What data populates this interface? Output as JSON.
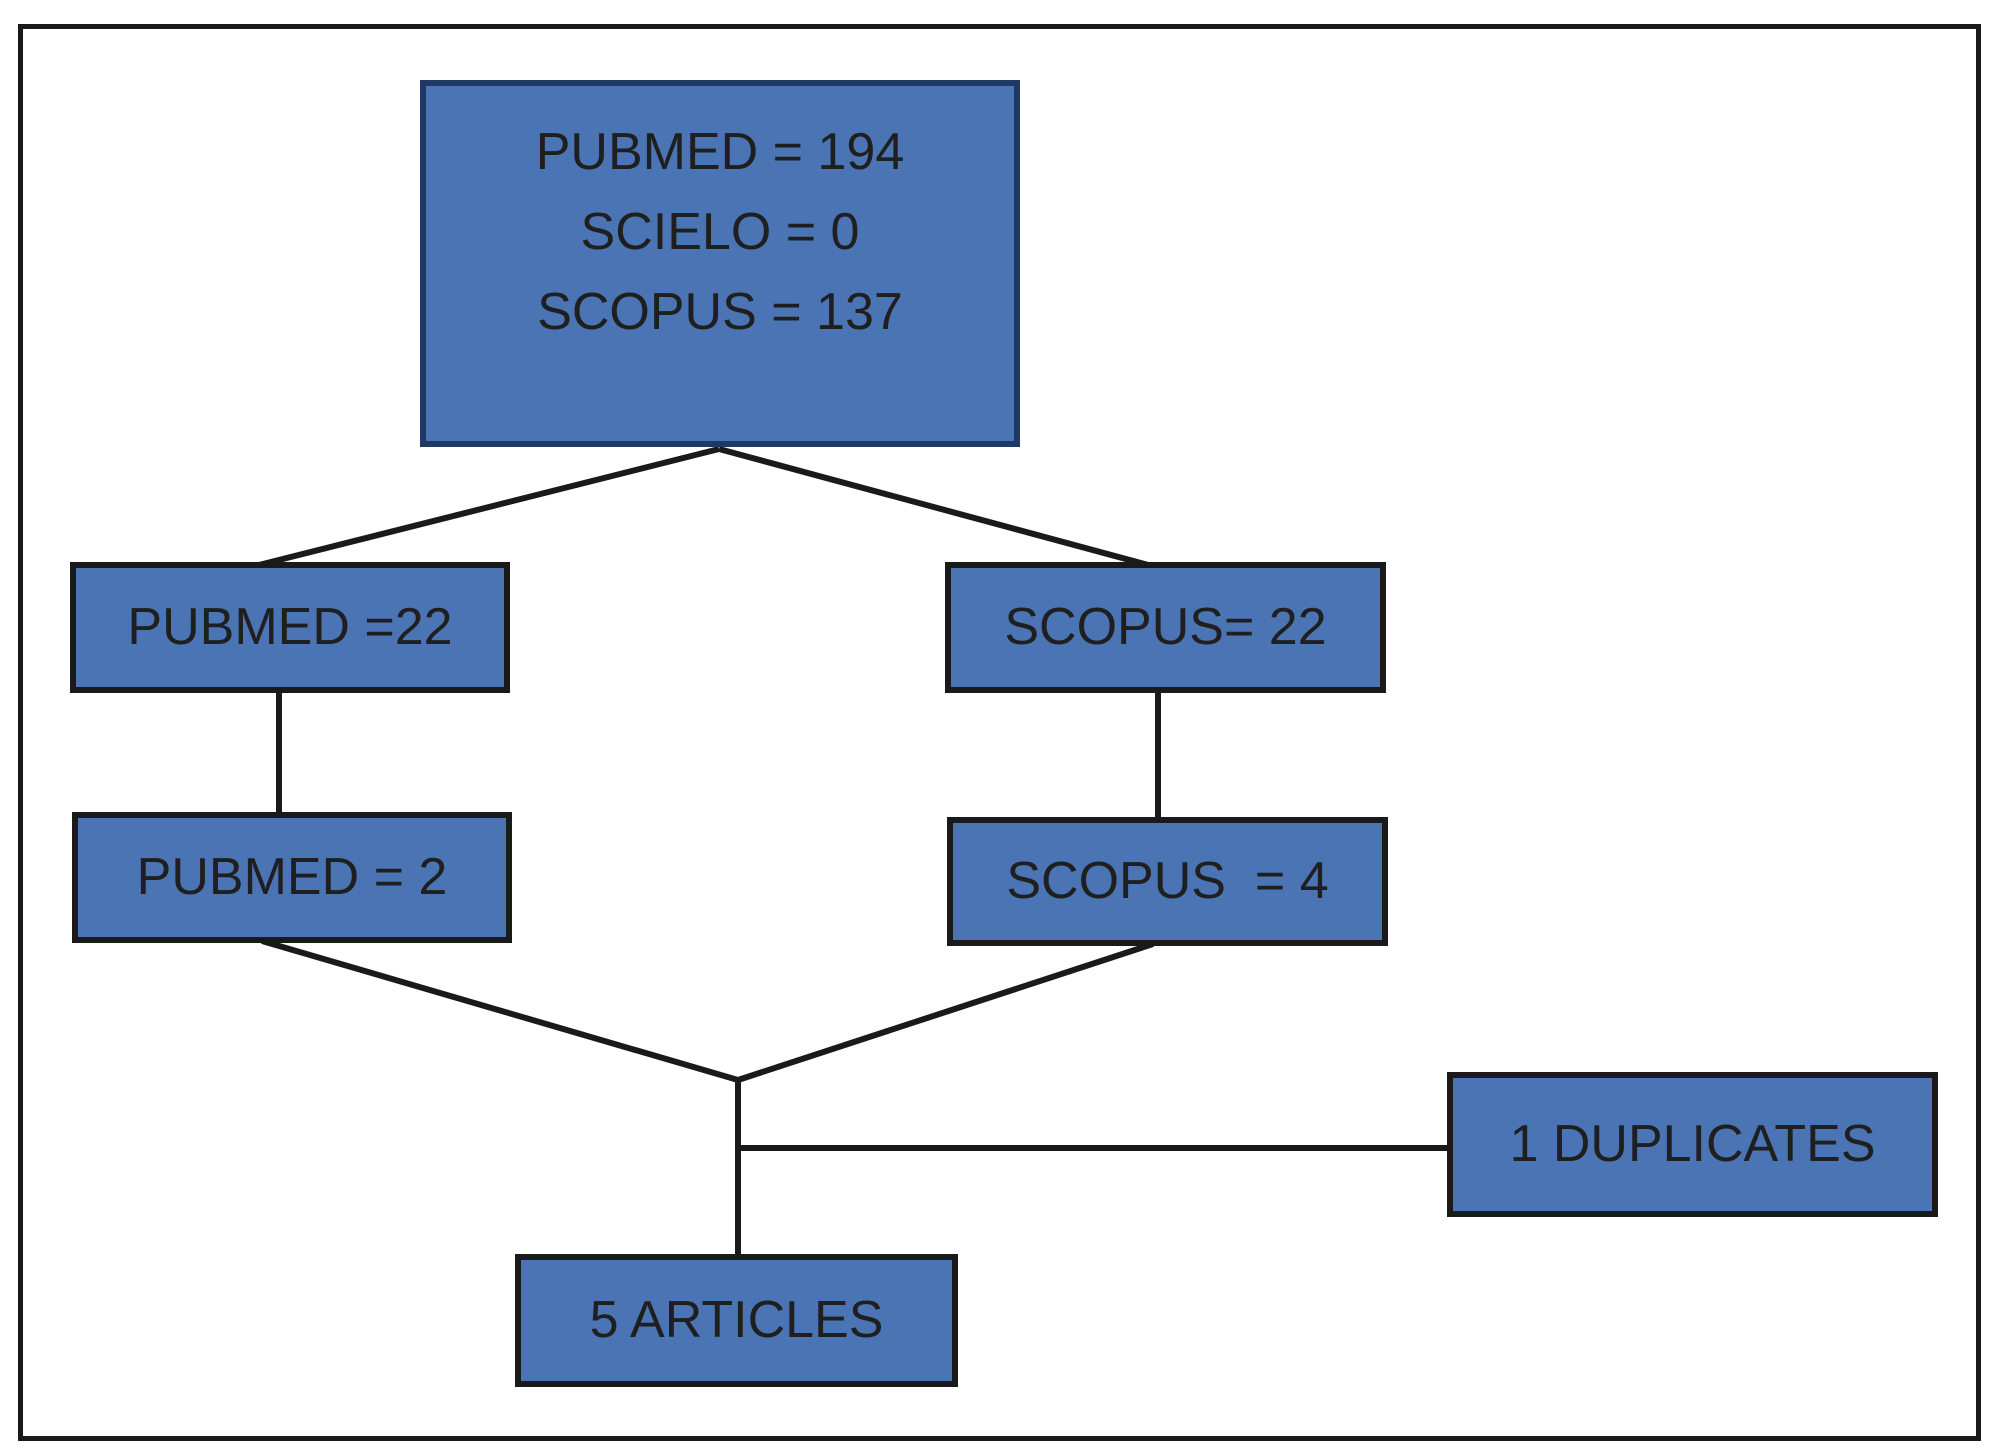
{
  "diagram": {
    "type": "flowchart",
    "description": "Article selection flow diagram (database search results funneling to included articles)",
    "nodes": {
      "sources": {
        "lines": [
          "PUBMED = 194",
          "SCIELO = 0",
          "SCOPUS = 137"
        ]
      },
      "pubmed_screened": {
        "label": "PUBMED =22"
      },
      "scopus_screened": {
        "label": "SCOPUS= 22"
      },
      "pubmed_selected": {
        "label": "PUBMED = 2"
      },
      "scopus_selected": {
        "label": "SCOPUS  = 4"
      },
      "duplicates": {
        "label": "1 DUPLICATES"
      },
      "articles": {
        "label": "5 ARTICLES"
      }
    },
    "edges": [
      {
        "from": "sources",
        "to": "pubmed_screened"
      },
      {
        "from": "sources",
        "to": "scopus_screened"
      },
      {
        "from": "pubmed_screened",
        "to": "pubmed_selected"
      },
      {
        "from": "scopus_screened",
        "to": "scopus_selected"
      },
      {
        "from": "pubmed_selected",
        "to": "articles"
      },
      {
        "from": "scopus_selected",
        "to": "articles"
      },
      {
        "from": "merge_point",
        "to": "duplicates"
      }
    ],
    "colors": {
      "box_fill": "#4A74B4",
      "top_box_border": "#1F3864",
      "box_border": "#1A1A1A",
      "connector_line": "#1A1A1A",
      "text": "#1F1F1F",
      "background": "#FFFFFF"
    }
  }
}
